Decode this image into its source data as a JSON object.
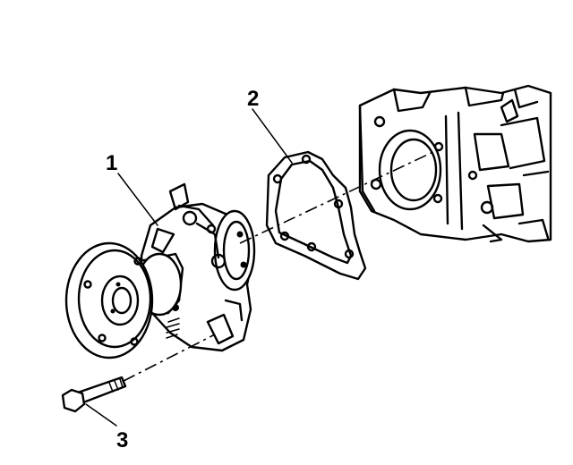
{
  "callouts": {
    "water_pump": "1",
    "gasket": "2",
    "bolt": "3"
  },
  "colors": {
    "ink": "#000000",
    "background": "#ffffff"
  }
}
